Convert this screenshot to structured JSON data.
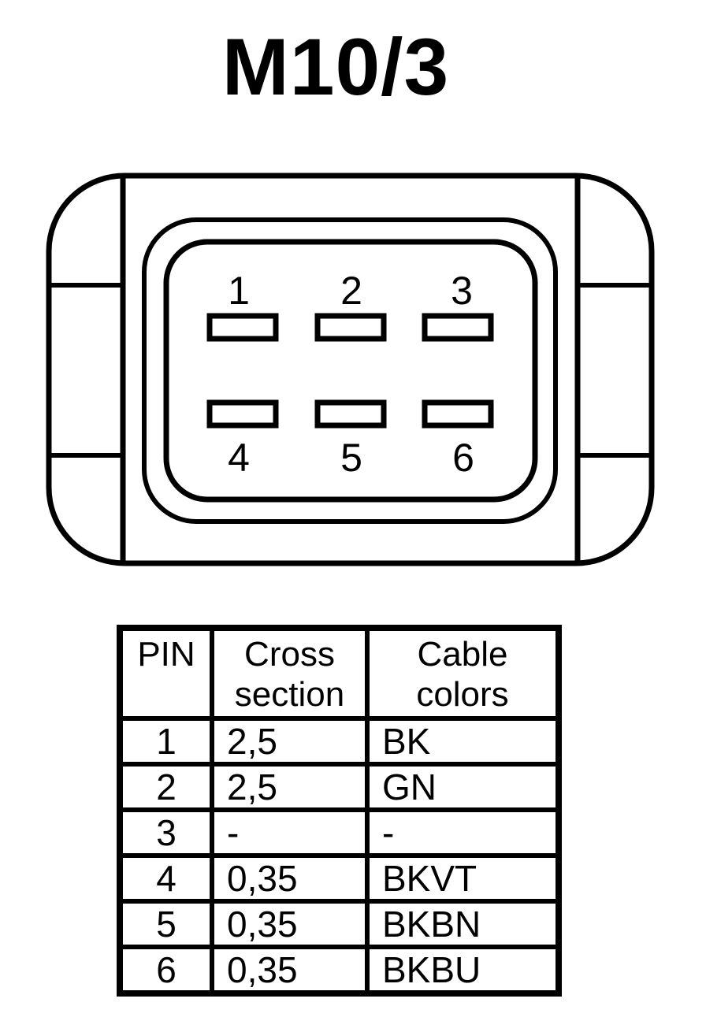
{
  "title": "M10/3",
  "colors": {
    "line": "#000000",
    "background": "#ffffff"
  },
  "connector": {
    "pins": [
      {
        "label": "1"
      },
      {
        "label": "2"
      },
      {
        "label": "3"
      },
      {
        "label": "4"
      },
      {
        "label": "5"
      },
      {
        "label": "6"
      }
    ]
  },
  "table": {
    "headers": [
      "PIN",
      "Cross section",
      "Cable colors"
    ],
    "rows": [
      {
        "pin": "1",
        "cross_section": "2,5",
        "cable_color": "BK"
      },
      {
        "pin": "2",
        "cross_section": "2,5",
        "cable_color": "GN"
      },
      {
        "pin": "3",
        "cross_section": "-",
        "cable_color": "-"
      },
      {
        "pin": "4",
        "cross_section": "0,35",
        "cable_color": "BKVT"
      },
      {
        "pin": "5",
        "cross_section": "0,35",
        "cable_color": "BKBN"
      },
      {
        "pin": "6",
        "cross_section": "0,35",
        "cable_color": "BKBU"
      }
    ]
  }
}
